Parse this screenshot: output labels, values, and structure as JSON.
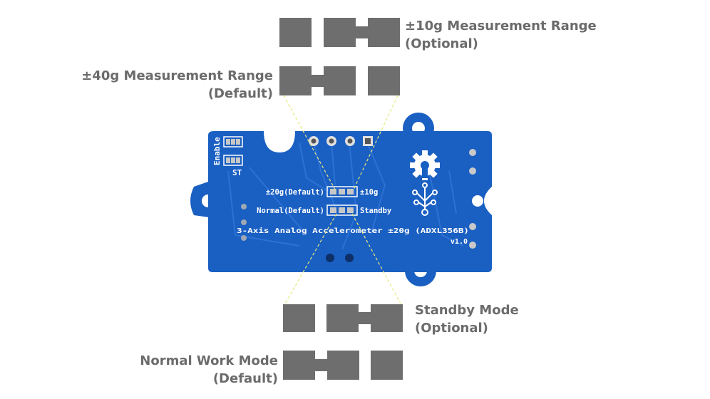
{
  "callouts": {
    "range_10g": {
      "line1": "±10g Measurement Range",
      "line2": "(Optional)"
    },
    "range_40g": {
      "line1": "±40g Measurement Range",
      "line2": "(Default)"
    },
    "standby_mode": {
      "line1": "Standby Mode",
      "line2": "(Optional)"
    },
    "normal_mode": {
      "line1": "Normal Work Mode",
      "line2": "(Default)"
    }
  },
  "board": {
    "title": "3-Axis Analog Accelerometer ±20g (ADXL356B)",
    "version": "v1.0",
    "jumper_range_left": "±20g(Default)",
    "jumper_range_right": "±10g",
    "jumper_mode_left": "Normal(Default)",
    "jumper_mode_right": "Standby",
    "pad_enable": "Enable",
    "pad_st": "ST"
  },
  "colors": {
    "pcb": "#1a5fc2",
    "pad_grey": "#6e6e6e",
    "guide_line": "#e8e87a",
    "label_text": "#6b6b6b"
  }
}
